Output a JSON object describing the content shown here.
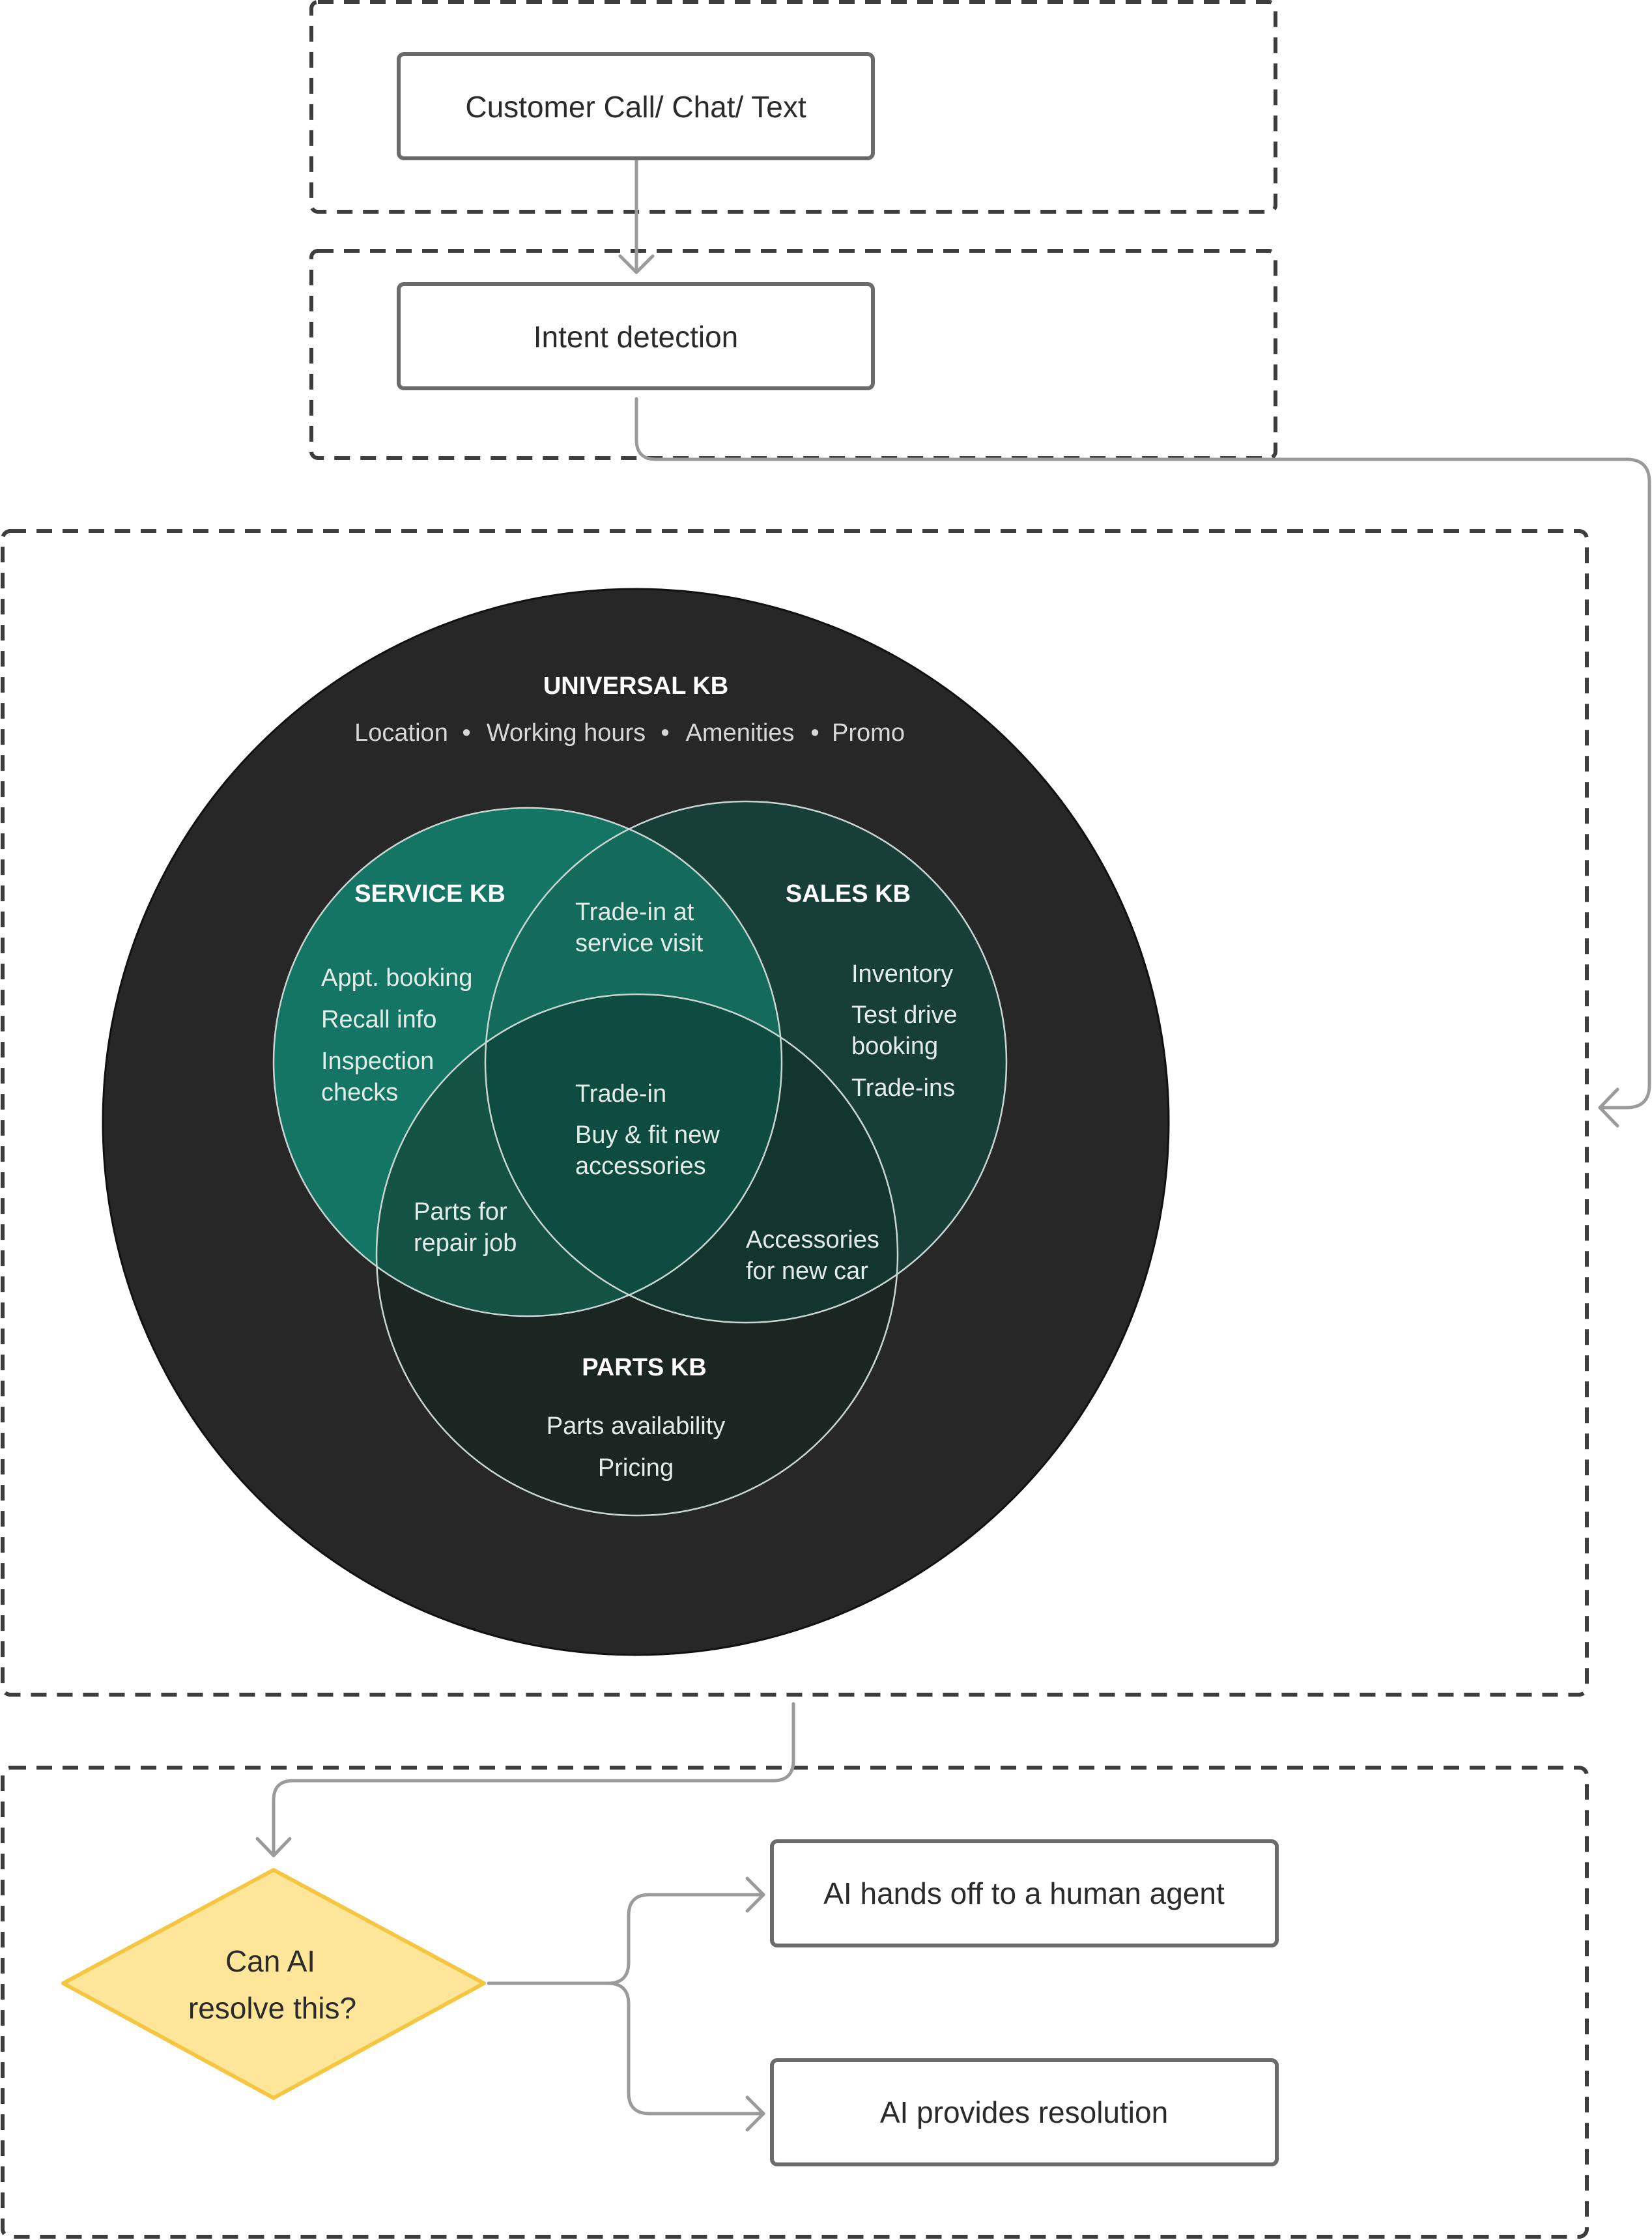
{
  "flow": {
    "input": "Customer Call/ Chat/ Text",
    "intent": "Intent detection",
    "decision_line1": "Can AI",
    "decision_line2": "resolve this?",
    "handoff": "AI hands off to a human agent",
    "resolution": "AI provides resolution"
  },
  "universal": {
    "title": "UNIVERSAL KB",
    "items": [
      "Location",
      "Working hours",
      "Amenities",
      "Promo"
    ],
    "separator": "•"
  },
  "service": {
    "title": "SERVICE KB",
    "items": [
      "Appt. booking",
      "Recall info",
      "Inspection",
      "checks"
    ]
  },
  "sales": {
    "title": "SALES KB",
    "items": [
      "Inventory",
      "Test drive",
      "booking",
      "Trade-ins"
    ]
  },
  "parts": {
    "title": "PARTS KB",
    "items": [
      "Parts availability",
      "Pricing"
    ]
  },
  "overlaps": {
    "service_sales": [
      "Trade-in at",
      "service visit"
    ],
    "service_parts": [
      "Parts for",
      "repair job"
    ],
    "sales_parts": [
      "Accessories",
      "for new car"
    ],
    "center": [
      "Trade-in",
      "Buy & fit new",
      "accessories"
    ]
  },
  "colors": {
    "universal": "#272727",
    "service": "#147565",
    "sales": "#173f38",
    "parts": "#1b2622",
    "service_sales": "#146a5b",
    "service_parts": "#155246",
    "sales_parts": "#12352e",
    "center": "#0e4b40",
    "decision_fill": "#fde59a",
    "decision_stroke": "#f5c642"
  }
}
